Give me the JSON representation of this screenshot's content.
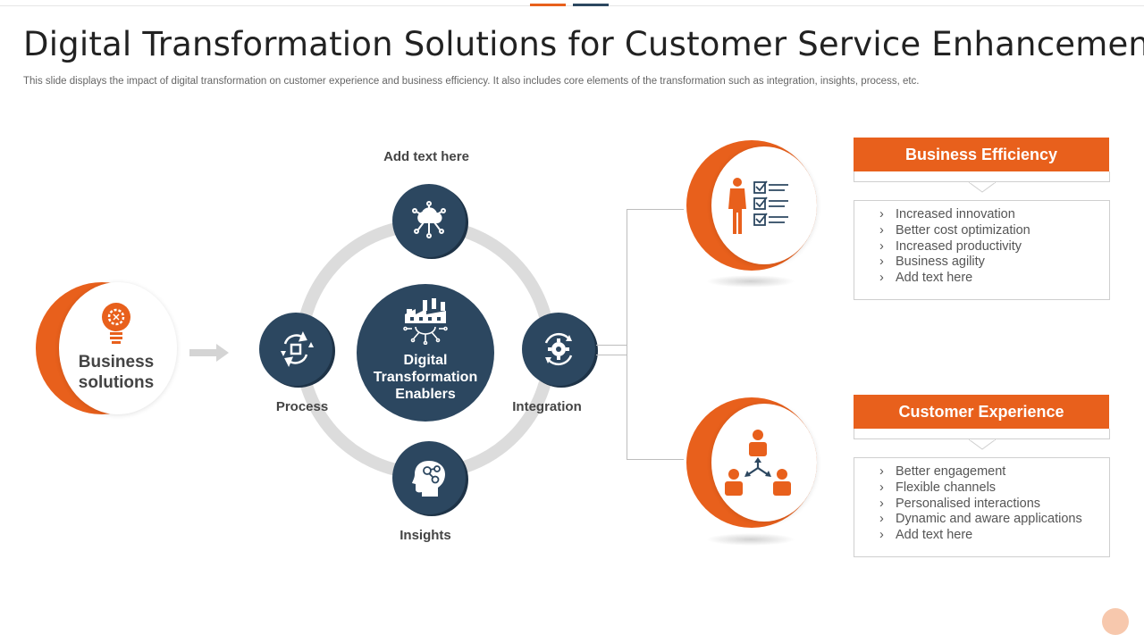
{
  "slide": {
    "title": "Digital Transformation Solutions for Customer Service Enhancement",
    "subtitle": "This slide displays the impact of digital transformation on customer experience and business efficiency. It also includes core elements of the transformation such as integration, insights, process, etc."
  },
  "business_solutions": {
    "label_line1": "Business",
    "label_line2": "solutions",
    "icon": "lightbulb-gear-icon"
  },
  "cycle": {
    "top_label": "Add text here",
    "center_line1": "Digital",
    "center_line2": "Transformation",
    "center_line3": "Enablers",
    "process_label": "Process",
    "integration_label": "Integration",
    "insights_label": "Insights",
    "icons": {
      "top": "cloud-network-icon",
      "left": "process-cycle-icon",
      "right": "gear-cycle-icon",
      "bottom": "head-insights-icon",
      "center": "factory-circuit-icon"
    }
  },
  "business_efficiency": {
    "title": "Business Efficiency",
    "icon": "person-checklist-icon",
    "items": [
      "Increased innovation",
      "Better cost optimization",
      "Increased productivity",
      "Business agility",
      "Add text here"
    ]
  },
  "customer_experience": {
    "title": "Customer Experience",
    "icon": "people-network-icon",
    "items": [
      "Better engagement",
      "Flexible channels",
      "Personalised interactions",
      "Dynamic and aware applications",
      "Add text here"
    ]
  },
  "bullet_glyph": "›",
  "colors": {
    "accent_orange": "#e8601c",
    "navy": "#2c4760",
    "ring_gray": "#dcdcdc"
  }
}
